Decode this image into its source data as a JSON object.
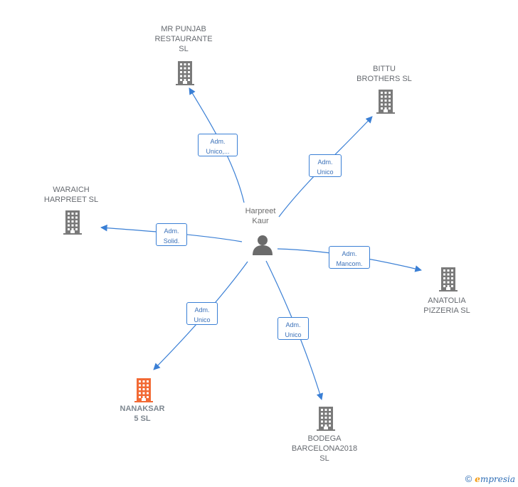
{
  "center": {
    "name": "Harpreet\nKaur",
    "icon": "person-icon"
  },
  "companies": [
    {
      "id": "mr-punjab",
      "name": "MR PUNJAB\nRESTAURANTE\nSL",
      "role": "Adm.\nUnico,...",
      "highlight": false
    },
    {
      "id": "bittu",
      "name": "BITTU\nBROTHERS SL",
      "role": "Adm.\nUnico",
      "highlight": false
    },
    {
      "id": "waraich",
      "name": "WARAICH\nHARPREET  SL",
      "role": "Adm.\nSolid.",
      "highlight": false
    },
    {
      "id": "anatolia",
      "name": "ANATOLIA\nPIZZERIA  SL",
      "role": "Adm.\nMancom.",
      "highlight": false
    },
    {
      "id": "nanaksar",
      "name": "NANAKSAR\n5  SL",
      "role": "Adm.\nUnico",
      "highlight": true
    },
    {
      "id": "bodega",
      "name": "BODEGA\nBARCELONA2018\nSL",
      "role": "Adm.\nUnico",
      "highlight": false
    }
  ],
  "colors": {
    "edge": "#3a7fd5",
    "building": "#7a7a7a",
    "highlight": "#f26a35"
  },
  "footer": {
    "copyright": "©",
    "brand_initial": "e",
    "brand_rest": "mpresia"
  }
}
